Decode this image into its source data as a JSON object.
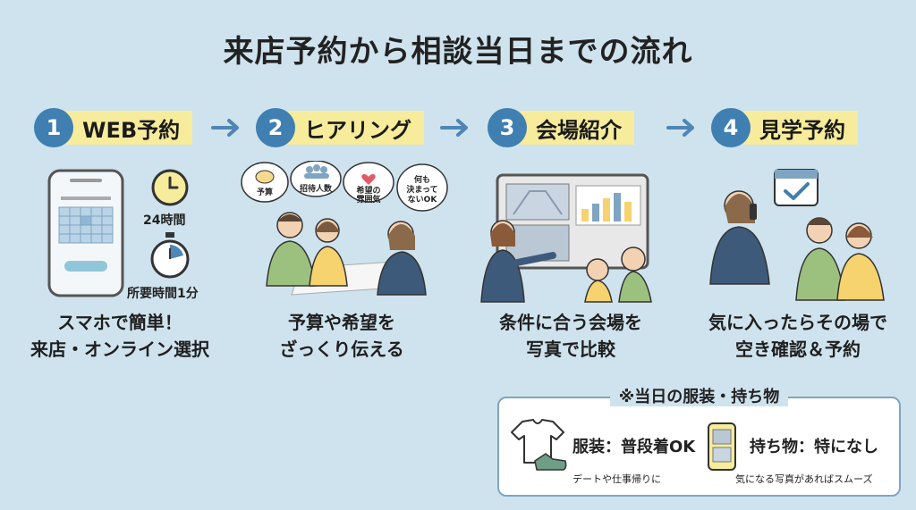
{
  "title": "来店予約から相談当日までの流れ",
  "steps": [
    {
      "number": "1",
      "label": "WEB予約",
      "caption_lines": [
        "スマホで簡単！",
        "来店・オンライン選択"
      ]
    },
    {
      "number": "2",
      "label": "ヒアリング",
      "caption_lines": [
        "予算や希望を",
        "ざっくり伝える"
      ]
    },
    {
      "number": "3",
      "label": "会場紹介",
      "caption_lines": [
        "条件に合う会場を",
        "写真で比較"
      ]
    },
    {
      "number": "4",
      "label": "見学予約",
      "caption_lines": [
        "気に入ったらその場で",
        "空き確認＆予約"
      ]
    }
  ],
  "step1_details": {
    "clock_label": "24時間",
    "timer_label": "所要時間1分"
  },
  "step2_bubbles": {
    "budget": "予算",
    "guests": "招待人数",
    "atmosphere_line1": "希望の",
    "atmosphere_line2": "雰囲気",
    "undecided_line1": "何も",
    "undecided_line2": "決まって",
    "undecided_line3": "ないOK"
  },
  "info": {
    "title": "※当日の服装・持ち物",
    "clothing_label": "服装：普段着OK",
    "clothing_sub": "デートや仕事帰りに",
    "items_label": "持ち物：特になし",
    "items_sub": "気になる写真があればスムーズ"
  },
  "colors": {
    "background": "#cfe3ee",
    "step_circle": "#3f7fb1",
    "label_highlight": "#f6ec9b",
    "box_border": "#7fa5c2"
  },
  "icons": [
    "arrow-right-icon",
    "clock-icon",
    "stopwatch-icon",
    "calendar-icon",
    "tshirt-icon",
    "sneakers-icon",
    "phone-photo-icon",
    "piggy-bank-icon",
    "group-icon",
    "heart-icon",
    "check-icon"
  ]
}
